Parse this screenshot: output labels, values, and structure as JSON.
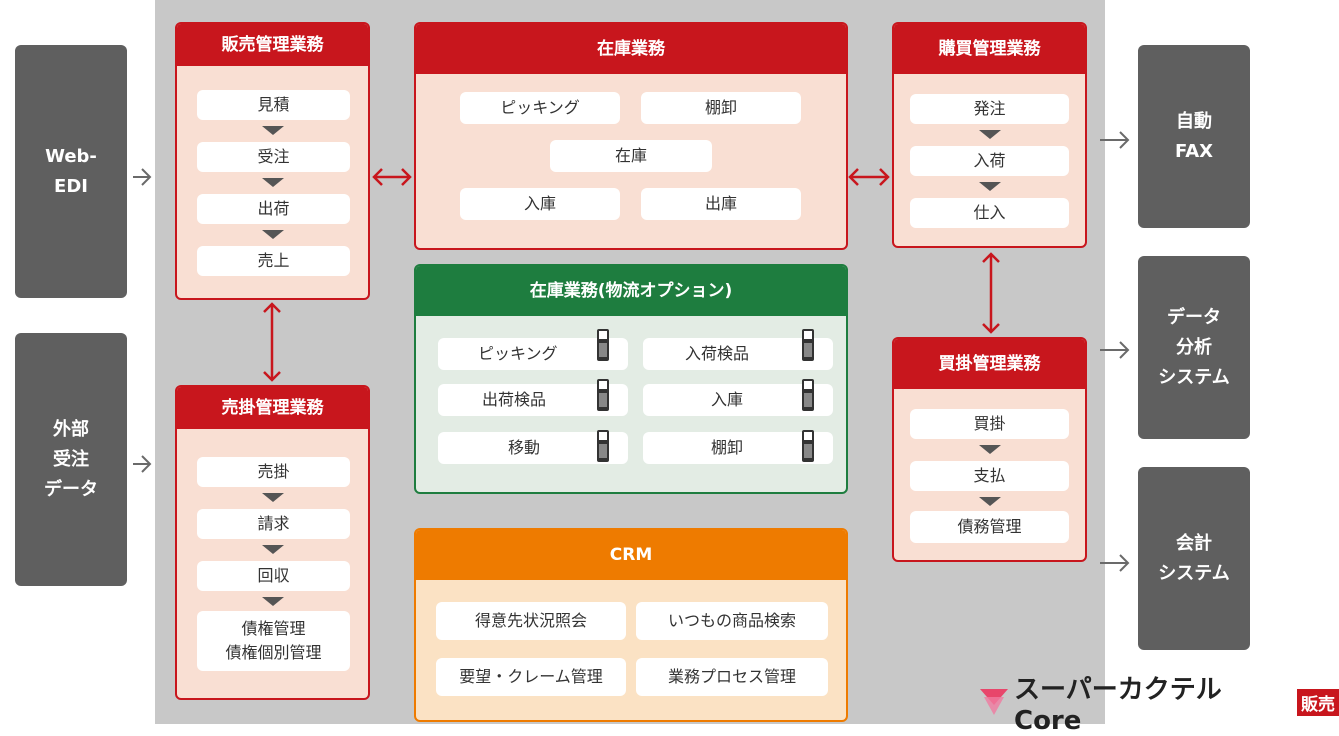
{
  "external": {
    "webedi": "Web-\nEDI",
    "order_data": "外部\n受注\nデータ",
    "fax": "自動\nFAX",
    "data_analysis": "データ\n分析\nシステム",
    "accounting": "会計\nシステム"
  },
  "sales": {
    "title": "販売管理業務",
    "steps": [
      "見積",
      "受注",
      "出荷",
      "売上"
    ]
  },
  "receivable": {
    "title": "売掛管理業務",
    "steps": [
      "売掛",
      "請求",
      "回収",
      "債権管理\n債権個別管理"
    ]
  },
  "inventory": {
    "title": "在庫業務",
    "items": [
      "ピッキング",
      "棚卸",
      "在庫",
      "入庫",
      "出庫"
    ]
  },
  "logistics": {
    "title": "在庫業務(物流オプション)",
    "items": [
      "ピッキング",
      "入荷検品",
      "出荷検品",
      "入庫",
      "移動",
      "棚卸"
    ]
  },
  "crm": {
    "title": "CRM",
    "items": [
      "得意先状況照会",
      "いつもの商品検索",
      "要望・クレーム管理",
      "業務プロセス管理"
    ]
  },
  "purchase": {
    "title": "購買管理業務",
    "steps": [
      "発注",
      "入荷",
      "仕入"
    ]
  },
  "payable": {
    "title": "買掛管理業務",
    "steps": [
      "買掛",
      "支払",
      "債務管理"
    ]
  },
  "logo": {
    "text": "スーパーカクテルCore",
    "badge": "販売"
  },
  "colors": {
    "red": "#c8161d",
    "green": "#1e7d3f",
    "orange": "#ee7b00",
    "gray": "#5f5f5f"
  }
}
